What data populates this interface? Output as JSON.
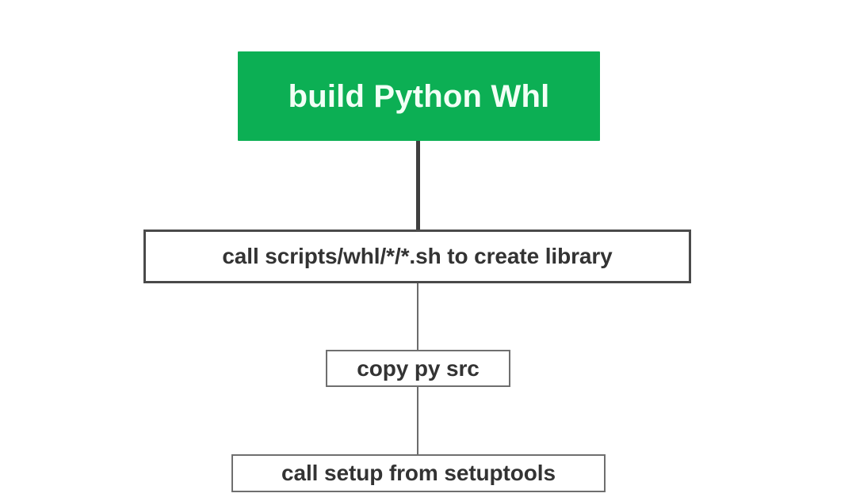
{
  "diagram": {
    "type": "flowchart",
    "orientation": "top-down",
    "background_color": "#ffffff",
    "accent_color": "#0caf54",
    "border_color": "#4a4a4a",
    "text_color": "#333333",
    "nodes": [
      {
        "id": "build-python-whl",
        "label": "build Python Whl",
        "role": "start",
        "fill": "#0caf54",
        "text_color": "#f2fff6"
      },
      {
        "id": "call-scripts",
        "label": "call scripts/whl/*/*.sh to create library",
        "role": "step",
        "fill": "#ffffff",
        "text_color": "#333333"
      },
      {
        "id": "copy-py-src",
        "label": "copy py src",
        "role": "step",
        "fill": "#ffffff",
        "text_color": "#333333"
      },
      {
        "id": "call-setup",
        "label": "call setup from setuptools",
        "role": "step",
        "fill": "#ffffff",
        "text_color": "#333333"
      }
    ],
    "edges": [
      {
        "id": "edge-1",
        "from": "build-python-whl",
        "to": "call-scripts",
        "style": "thick",
        "color": "#3f3f3f"
      },
      {
        "id": "edge-2",
        "from": "call-scripts",
        "to": "copy-py-src",
        "style": "thin",
        "color": "#6b6b6b"
      },
      {
        "id": "edge-3",
        "from": "copy-py-src",
        "to": "call-setup",
        "style": "thin",
        "color": "#6b6b6b"
      }
    ]
  }
}
